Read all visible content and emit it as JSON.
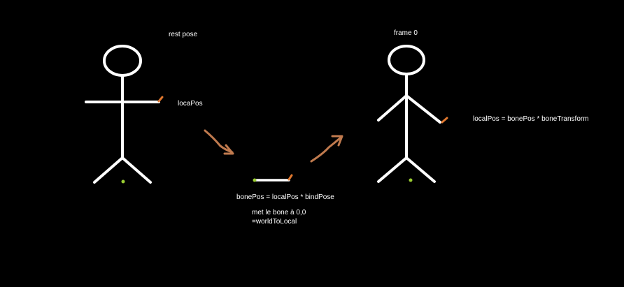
{
  "labels": {
    "rest_pose": "rest pose",
    "frame0": "frame 0",
    "loca_pos": "locaPos",
    "bone_pos_formula": "bonePos = localPos * bindPose",
    "met_le_bone": "met le bone à 0,0",
    "world_to_local": "=worldToLocal",
    "local_pos_formula": "localPos = bonePos * boneTransform"
  },
  "colors": {
    "background": "#000000",
    "figure": "#ffffff",
    "arrow": "#c07a4e",
    "bone_tip": "#e0782f",
    "root_dot": "#9acd32"
  }
}
